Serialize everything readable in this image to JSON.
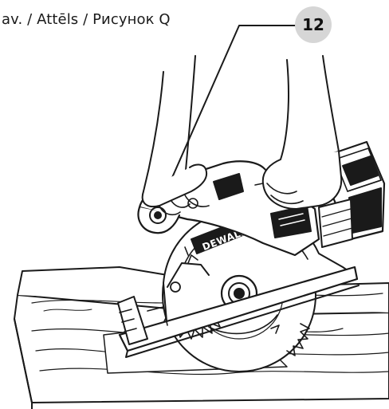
{
  "figure": {
    "caption": "av. / Attēls / Рисунок Q",
    "callout_number": "12",
    "brand_label": "DEWALT"
  },
  "colors": {
    "line": "#1a1a1a",
    "badge": "#d6d6d6"
  }
}
